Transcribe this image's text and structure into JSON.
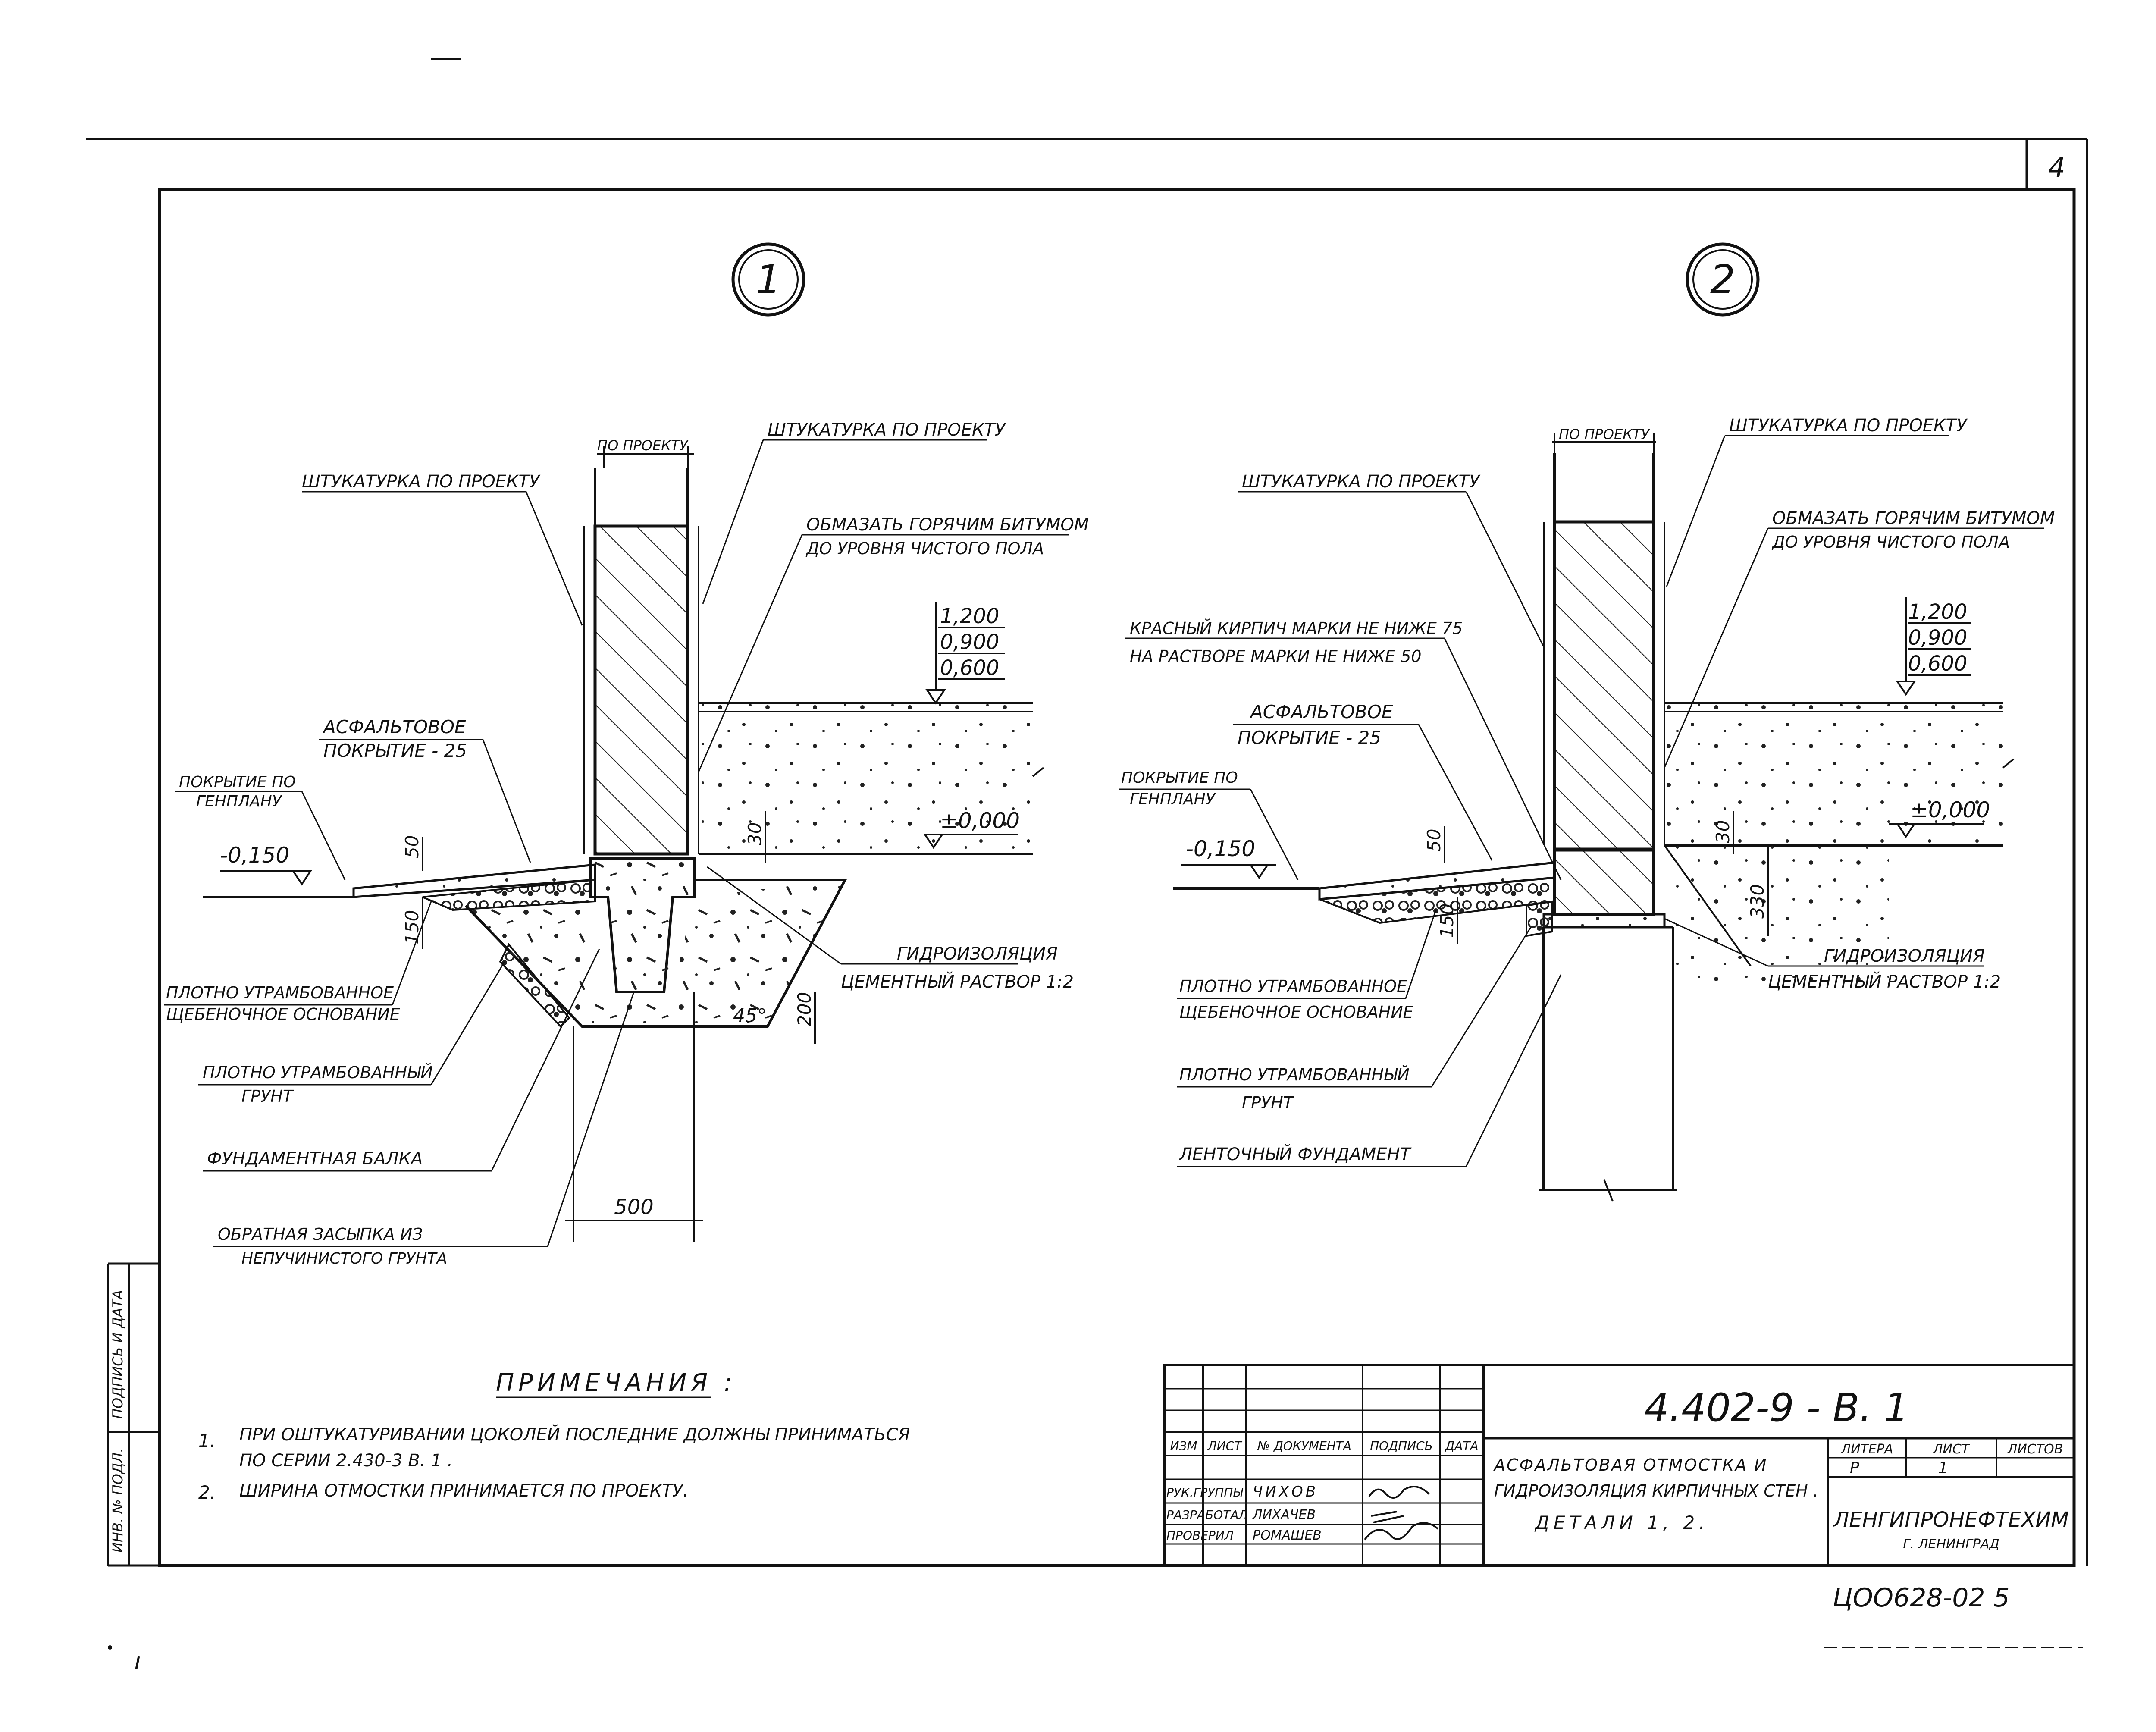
{
  "sheet": {
    "page_number": "4",
    "scan_footer": "ЦОО628-02  5"
  },
  "detail1": {
    "label": "1",
    "width_label": "ПО ПРОЕКТУ",
    "plaster_left": "ШТУКАТУРКА ПО ПРОЕКТУ",
    "plaster_right": "ШТУКАТУРКА ПО ПРОЕКТУ",
    "bitumen_line1": "ОБМАЗАТЬ ГОРЯЧИМ БИТУМОМ",
    "bitumen_line2": "ДО УРОВНЯ ЧИСТОГО ПОЛА",
    "elev_stack": [
      "1,200",
      "0,900",
      "0,600"
    ],
    "asphalt_line1": "АСФАЛЬТОВОЕ",
    "asphalt_line2": "ПОКРЫТИЕ - 25",
    "cover_line1": "ПОКРЫТИЕ ПО",
    "cover_line2": "ГЕНПЛАНУ",
    "level_minus": "-0,150",
    "level_zero": "±0,000",
    "dim_50": "50",
    "dim_30": "30",
    "dim_150": "150",
    "dim_200": "200",
    "dim_500": "500",
    "angle": "45°",
    "rubble_line1": "ПЛОТНО УТРАМБОВАННОЕ",
    "rubble_line2": "ЩЕБЕНОЧНОЕ ОСНОВАНИЕ",
    "soil_line1": "ПЛОТНО УТРАМБОВАННЫЙ",
    "soil_line2": "ГРУНТ",
    "beam": "ФУНДАМЕНТНАЯ БАЛКА",
    "backfill_line1": "ОБРАТНАЯ ЗАСЫПКА ИЗ",
    "backfill_line2": "НЕПУЧИНИСТОГО ГРУНТА",
    "waterproof_line1": "ГИДРОИЗОЛЯЦИЯ",
    "waterproof_line2": "ЦЕМЕНТНЫЙ РАСТВОР 1:2"
  },
  "detail2": {
    "label": "2",
    "width_label": "ПО ПРОЕКТУ",
    "plaster_left": "ШТУКАТУРКА ПО ПРОЕКТУ",
    "plaster_right": "ШТУКАТУРКА ПО ПРОЕКТУ",
    "bitumen_line1": "ОБМАЗАТЬ ГОРЯЧИМ БИТУМОМ",
    "bitumen_line2": "ДО УРОВНЯ ЧИСТОГО ПОЛА",
    "elev_stack": [
      "1,200",
      "0,900",
      "0,600"
    ],
    "brick_line1": "КРАСНЫЙ КИРПИЧ МАРКИ НЕ НИЖЕ 75",
    "brick_line2": "НА РАСТВОРЕ МАРКИ НЕ НИЖЕ 50",
    "asphalt_line1": "АСФАЛЬТОВОЕ",
    "asphalt_line2": "ПОКРЫТИЕ - 25",
    "cover_line1": "ПОКРЫТИЕ ПО",
    "cover_line2": "ГЕНПЛАНУ",
    "level_minus": "-0,150",
    "level_zero": "±0,000",
    "dim_50": "50",
    "dim_30": "30",
    "dim_150": "150",
    "dim_330": "330",
    "rubble_line1": "ПЛОТНО УТРАМБОВАННОЕ",
    "rubble_line2": "ЩЕБЕНОЧНОЕ ОСНОВАНИЕ",
    "soil_line1": "ПЛОТНО УТРАМБОВАННЫЙ",
    "soil_line2": "ГРУНТ",
    "strip_foundation": "ЛЕНТОЧНЫЙ ФУНДАМЕНТ",
    "waterproof_line1": "ГИДРОИЗОЛЯЦИЯ",
    "waterproof_line2": "ЦЕМЕНТНЫЙ РАСТВОР 1:2"
  },
  "notes": {
    "title": "ПРИМЕЧАНИЯ :",
    "items": [
      {
        "num": "1.",
        "line1": "ПРИ ОШТУКАТУРИВАНИИ ЦОКОЛЕЙ ПОСЛЕДНИЕ ДОЛЖНЫ ПРИНИМАТЬСЯ",
        "line2": "ПО СЕРИИ 2.430-3 В. 1 ."
      },
      {
        "num": "2.",
        "line1": "ШИРИНА ОТМОСТКИ ПРИНИМАЕТСЯ ПО ПРОЕКТУ.",
        "line2": ""
      }
    ]
  },
  "side_stamp": {
    "signature_date": "ПОДПИСЬ И ДАТА",
    "inv_no": "ИНВ. № ПОДЛ."
  },
  "title_block": {
    "code": "4.402-9 - В. 1",
    "headers": [
      "ИЗМ",
      "ЛИСТ",
      "№ ДОКУМЕНТА",
      "ПОДПИСЬ",
      "ДАТА"
    ],
    "roles": [
      {
        "role": "РУК.ГРУППЫ",
        "name": "ЧИХОВ"
      },
      {
        "role": "РАЗРАБОТАЛ",
        "name": "ЛИХАЧЕВ"
      },
      {
        "role": "ПРОВЕРИЛ",
        "name": "РОМАШЕВ"
      }
    ],
    "title_line1": "АСФАЛЬТОВАЯ ОТМОСТКА И",
    "title_line2": "ГИДРОИЗОЛЯЦИЯ КИРПИЧНЫХ СТЕН .",
    "title_line3": "ДЕТАЛИ 1, 2.",
    "stage_header": "ЛИТЕРА",
    "sheet_header": "ЛИСТ",
    "sheets_header": "ЛИСТОВ",
    "stage_value": "Р",
    "sheet_value": "1",
    "sheets_value": "",
    "org_line1": "ЛЕНГИПРОНЕФТЕХИМ",
    "org_line2": "Г. ЛЕНИНГРАД"
  }
}
